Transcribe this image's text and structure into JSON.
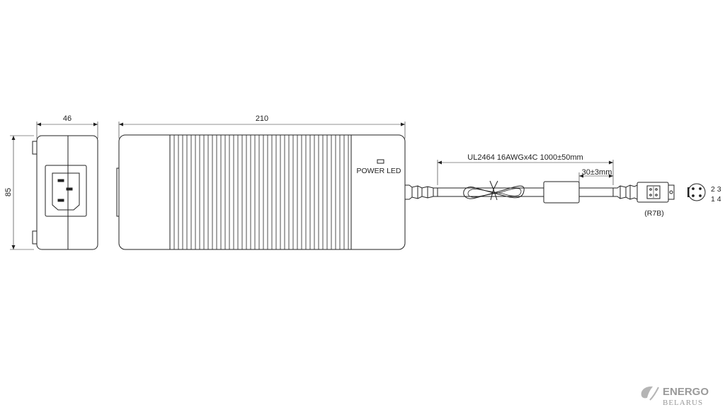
{
  "dimensions": {
    "side_width": "46",
    "body_length": "210",
    "height": "85",
    "cable_spec": "UL2464 16AWGx4C 1000±50mm",
    "ferrite_offset": "30±3mm"
  },
  "labels": {
    "power_led": "POWER LED",
    "connector_code": "(R7B)",
    "pins_top": "2 3",
    "pins_bottom": "1 4"
  },
  "watermark": {
    "line1": "ENERGO",
    "line2": "BELARUS"
  }
}
